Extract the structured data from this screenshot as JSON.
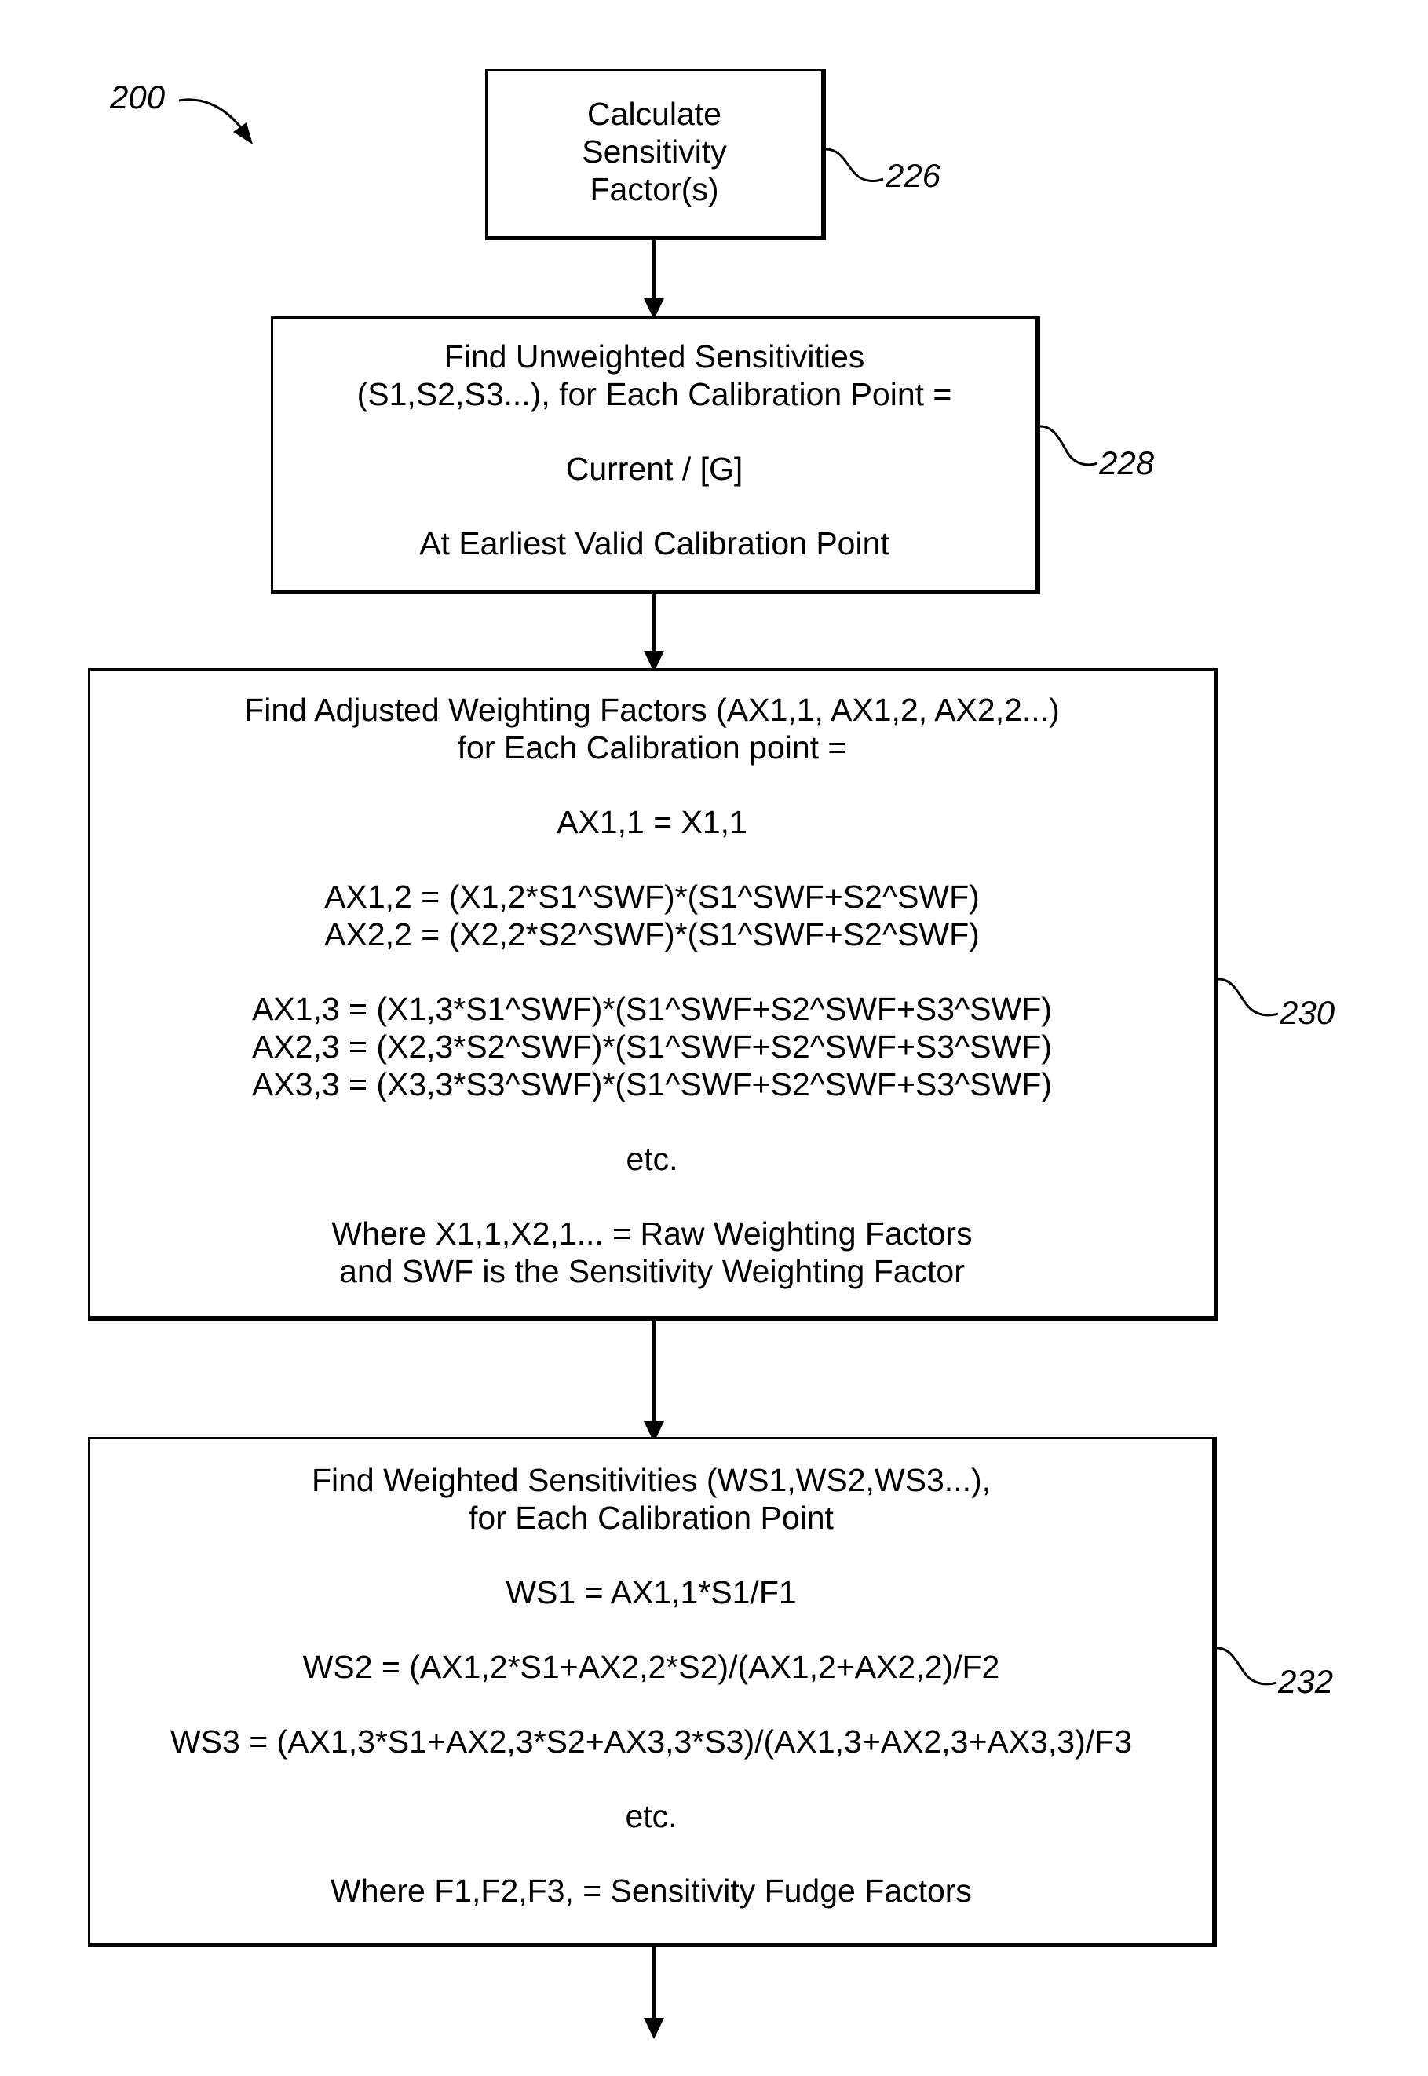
{
  "figure_ref": "200",
  "steps": [
    {
      "ref": "226",
      "lines": [
        "Calculate",
        "Sensitivity",
        "Factor(s)"
      ]
    },
    {
      "ref": "228",
      "lines": [
        "Find Unweighted Sensitivities",
        "(S1,S2,S3...), for Each Calibration Point =",
        "",
        "Current / [G]",
        "",
        "At Earliest Valid Calibration Point"
      ]
    },
    {
      "ref": "230",
      "lines": [
        "Find Adjusted Weighting Factors (AX1,1, AX1,2, AX2,2...)",
        "for Each Calibration point =",
        "",
        "AX1,1 = X1,1",
        "",
        "AX1,2 = (X1,2*S1^SWF)*(S1^SWF+S2^SWF)",
        "AX2,2 = (X2,2*S2^SWF)*(S1^SWF+S2^SWF)",
        "",
        "AX1,3 = (X1,3*S1^SWF)*(S1^SWF+S2^SWF+S3^SWF)",
        "AX2,3 = (X2,3*S2^SWF)*(S1^SWF+S2^SWF+S3^SWF)",
        "AX3,3 = (X3,3*S3^SWF)*(S1^SWF+S2^SWF+S3^SWF)",
        "",
        "etc.",
        "",
        "Where X1,1,X2,1... = Raw Weighting Factors",
        "and SWF is the Sensitivity Weighting Factor"
      ]
    },
    {
      "ref": "232",
      "lines": [
        "Find Weighted Sensitivities (WS1,WS2,WS3...),",
        "for Each Calibration Point",
        "",
        "WS1 = AX1,1*S1/F1",
        "",
        "WS2 = (AX1,2*S1+AX2,2*S2)/(AX1,2+AX2,2)/F2",
        "",
        "WS3 = (AX1,3*S1+AX2,3*S2+AX3,3*S3)/(AX1,3+AX2,3+AX3,3)/F3",
        "",
        "etc.",
        "",
        "Where F1,F2,F3, = Sensitivity Fudge Factors"
      ]
    }
  ]
}
